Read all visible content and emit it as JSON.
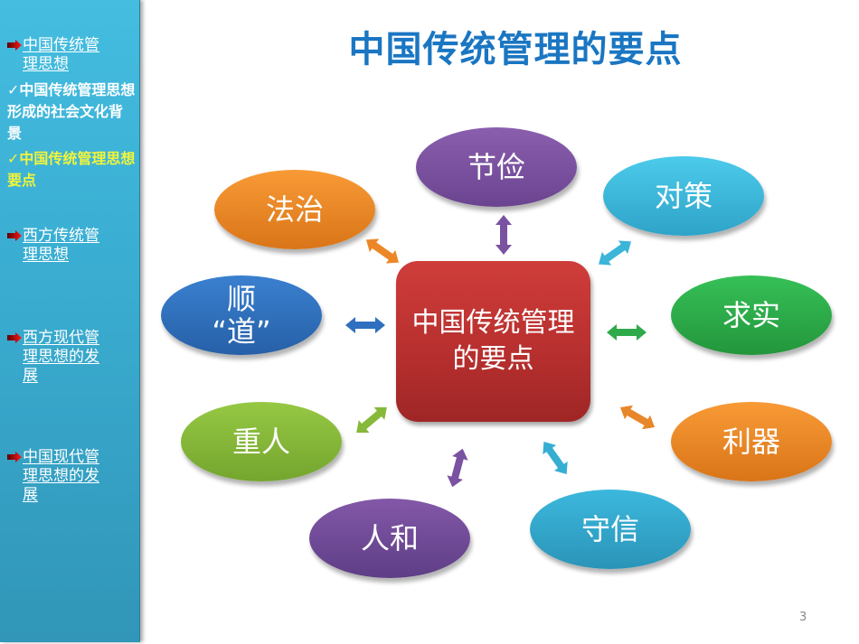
{
  "slide": {
    "title": "中国传统管理的要点",
    "page_number": "3"
  },
  "sidebar": {
    "items": [
      {
        "label": "中国传统管理思想",
        "line1": "中国传统管",
        "line2": "理思想",
        "type": "link",
        "icon": "red-arrow-icon"
      },
      {
        "label": "中国传统管理思想形成的社会文化背景",
        "text": "✓中国传统管理思想形成的社会文化背景",
        "type": "subitem",
        "state": "visited"
      },
      {
        "label": "中国传统管理思想要点",
        "text": "✓中国传统管理思想要点",
        "type": "subitem",
        "state": "active"
      },
      {
        "label": "西方传统管理思想",
        "line1": "西方传统管",
        "line2": "理思想",
        "type": "link",
        "icon": "red-arrow-icon"
      },
      {
        "label": "西方现代管理思想的发展",
        "line1": "西方现代管",
        "line2": "理思想的发",
        "line3": "展",
        "type": "link",
        "icon": "red-arrow-icon"
      },
      {
        "label": "中国现代管理思想的发展",
        "line1": "中国现代管",
        "line2": "理思想的发",
        "line3": "展",
        "type": "link",
        "icon": "red-arrow-icon"
      }
    ]
  },
  "diagram": {
    "center": {
      "label": "中国传统管理的要点",
      "color": "#c0332f"
    },
    "nodes": [
      {
        "id": "jiejian",
        "label": "节俭",
        "color": "#7a4f9c"
      },
      {
        "id": "duice",
        "label": "对策",
        "color": "#39b4d6"
      },
      {
        "id": "qiushi",
        "label": "求实",
        "color": "#2eaa4a"
      },
      {
        "id": "liqi",
        "label": "利器",
        "color": "#ec8728"
      },
      {
        "id": "shouxin",
        "label": "守信",
        "color": "#31a6cb"
      },
      {
        "id": "renhe",
        "label": "人和",
        "color": "#6e4a95"
      },
      {
        "id": "zhongren",
        "label": "重人",
        "color": "#86b83a"
      },
      {
        "id": "shundao",
        "label": "顺“道”",
        "line1": "顺",
        "line2": "“道”",
        "color": "#2f6fbf"
      },
      {
        "id": "fazhi",
        "label": "法治",
        "color": "#ec8728"
      }
    ]
  },
  "colors": {
    "sidebar_bg": "#3aaed2",
    "title": "#1a76c2",
    "active_item": "#f2f43a",
    "center_box": "#c0332f"
  }
}
